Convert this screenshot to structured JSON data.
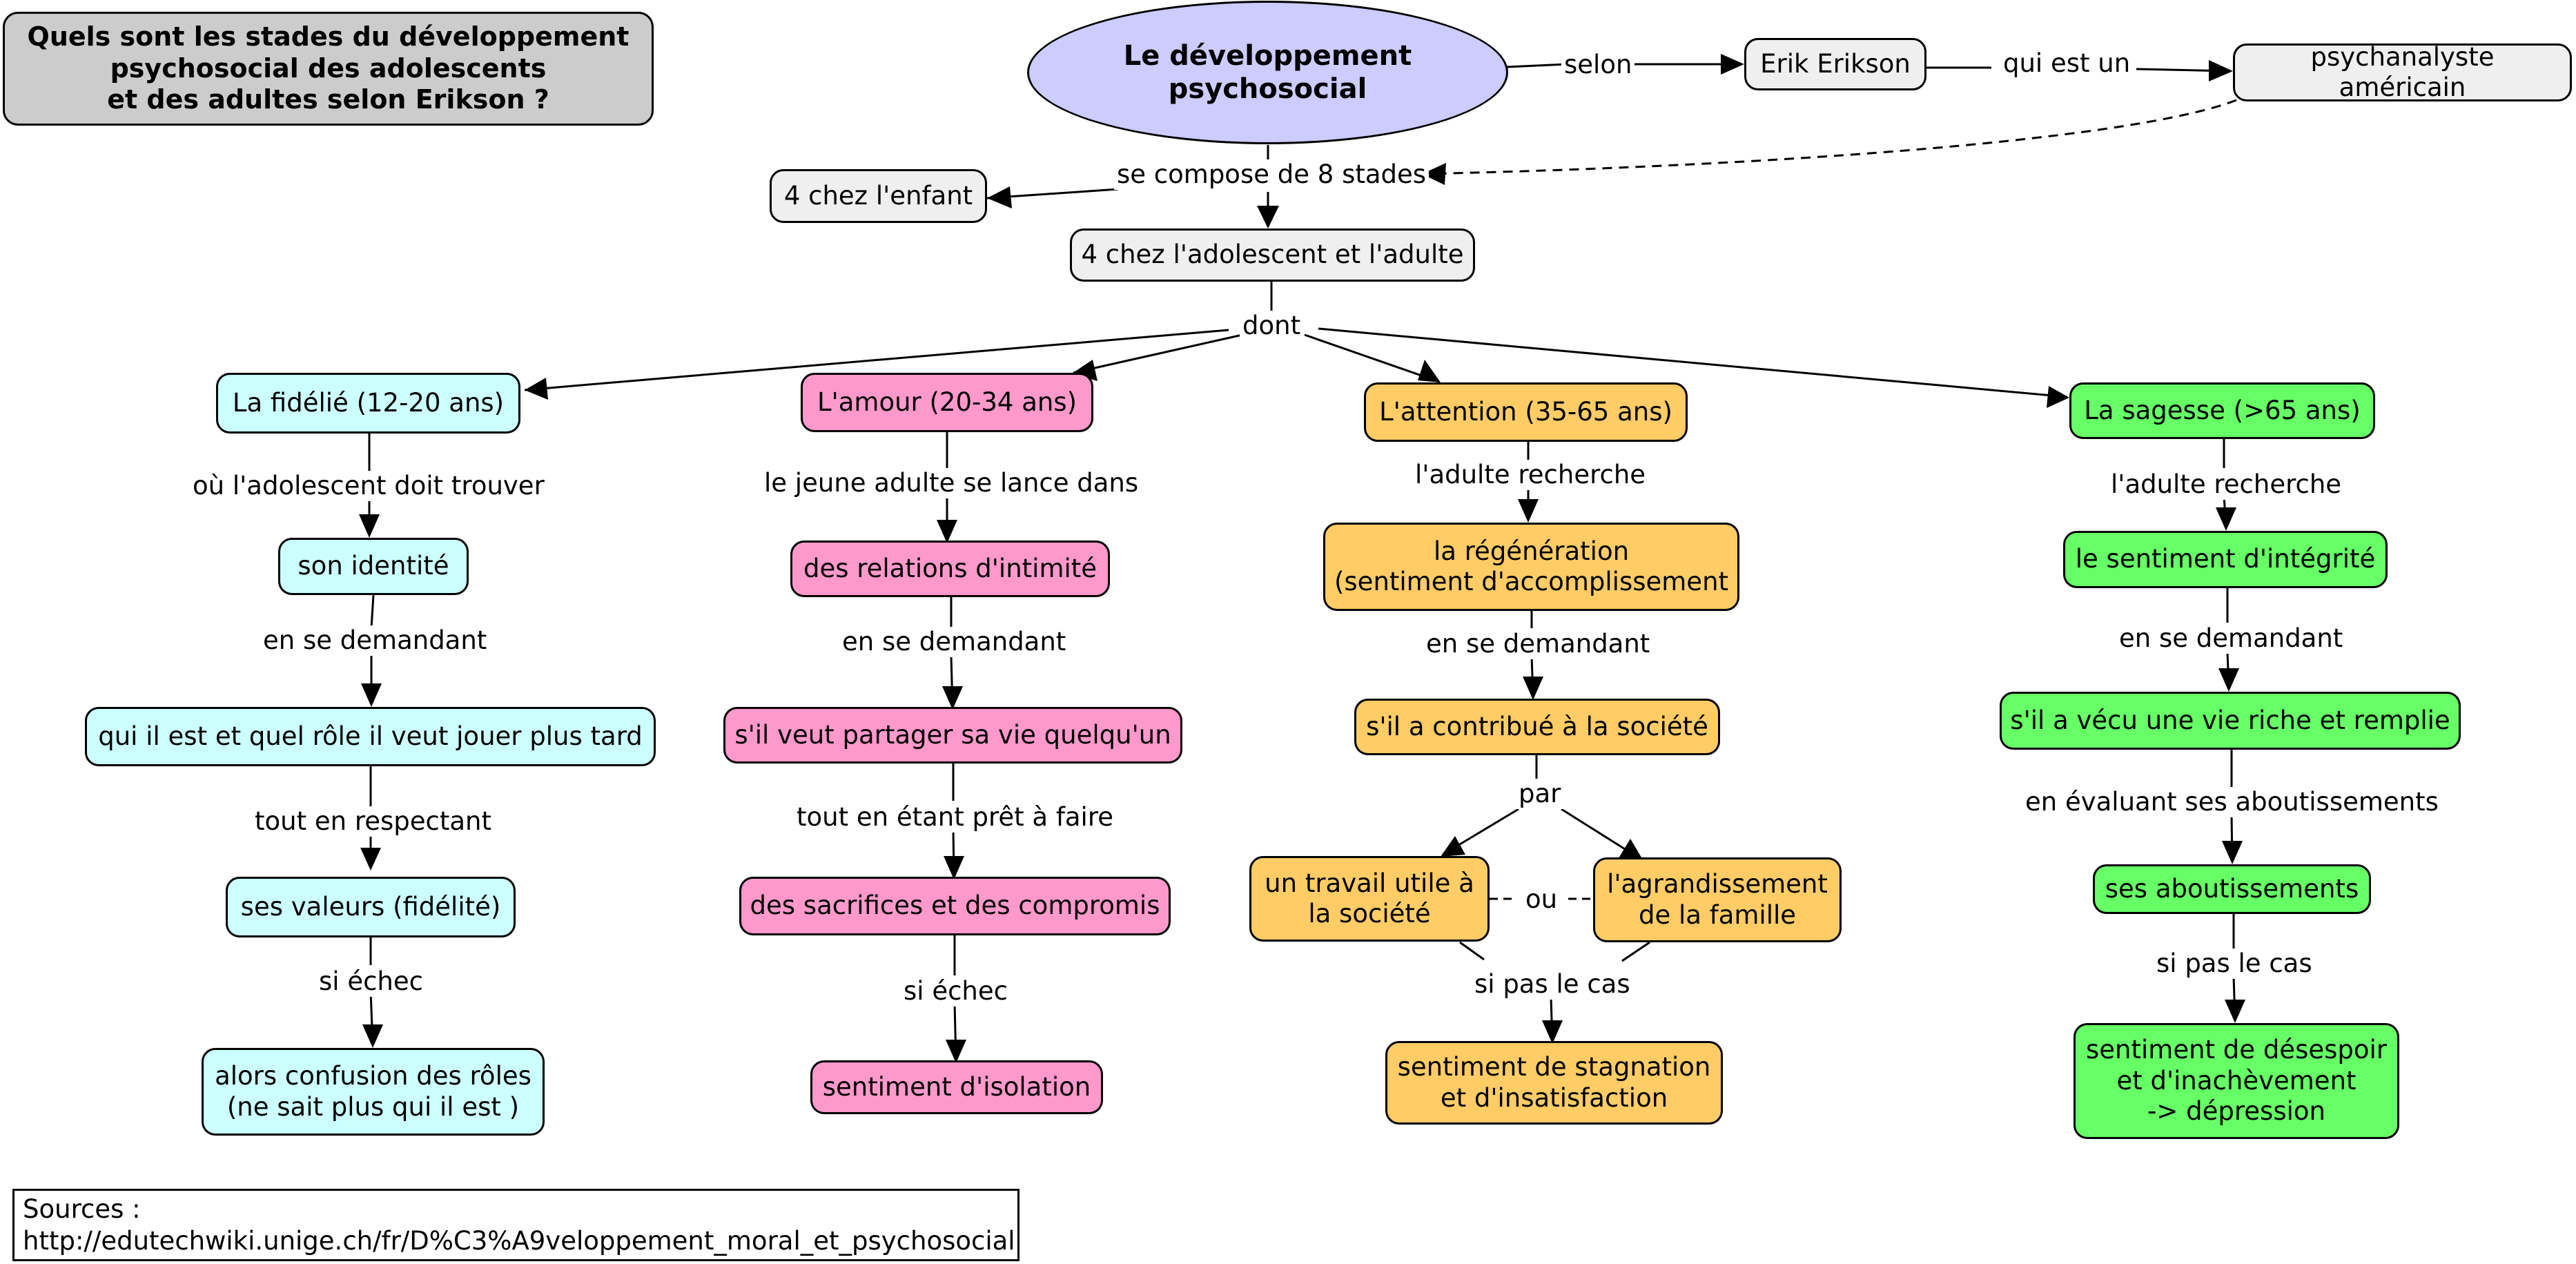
{
  "question": "Quels sont les stades du développement\npsychosocial des adolescents\net des adultes selon Erikson ?",
  "root": "Le développement psychosocial",
  "erikson": "Erik Erikson",
  "psychanalyste": "psychanalyste américain",
  "enfant": "4 chez l'enfant",
  "adolescent_adulte": "4 chez l'adolescent et l'adulte",
  "links": {
    "selon": "selon",
    "qui_est_un": "qui est un",
    "se_compose": "se compose de 8 stades",
    "dont": "dont"
  },
  "branches": {
    "fidelite": {
      "stage": "La fidélié (12-20 ans)",
      "l1": "où l'adolescent doit trouver",
      "n1": "son identité",
      "l2": "en se demandant",
      "n2": "qui il est et quel rôle il veut jouer plus tard",
      "l3": "tout en respectant",
      "n3": "ses valeurs (fidélité)",
      "l4": "si échec",
      "n4": "alors confusion des rôles\n(ne sait plus qui il est )"
    },
    "amour": {
      "stage": "L'amour (20-34 ans)",
      "l1": "le jeune adulte se lance dans",
      "n1": "des relations d'intimité",
      "l2": "en se demandant",
      "n2": "s'il veut partager sa vie quelqu'un",
      "l3": "tout en étant prêt à faire",
      "n3": "des sacrifices et des compromis",
      "l4": "si échec",
      "n4": "sentiment d'isolation"
    },
    "attention": {
      "stage": "L'attention (35-65 ans)",
      "l1": "l'adulte recherche",
      "n1": "la régénération\n(sentiment d'accomplissement",
      "l2": "en se demandant",
      "n2": "s'il a contribué à la société",
      "l3": "par",
      "n3a": "un travail utile à\nla société",
      "ou": "ou",
      "n3b": "l'agrandissement\nde la famille",
      "l4": "si pas le cas",
      "n4": "sentiment de stagnation\net d'insatisfaction"
    },
    "sagesse": {
      "stage": "La sagesse (>65 ans)",
      "l1": "l'adulte recherche",
      "n1": "le sentiment d'intégrité",
      "l2": "en se demandant",
      "n2": "s'il a vécu une vie riche et remplie",
      "l3": "en évaluant ses aboutissements",
      "n3": "ses aboutissements",
      "l4": "si pas le cas",
      "n4": "sentiment de désespoir\net d'inachèvement\n-> dépression"
    }
  },
  "sources": {
    "label": "Sources :",
    "url": "http://edutechwiki.unige.ch/fr/D%C3%A9veloppement_moral_et_psychosocial"
  },
  "colors": {
    "grey": "#efefef",
    "question": "#cccccc",
    "root": "#ccccff",
    "cyan": "#ccffff",
    "pink": "#ff99cc",
    "orange": "#ffcc66",
    "green": "#66ff66"
  }
}
